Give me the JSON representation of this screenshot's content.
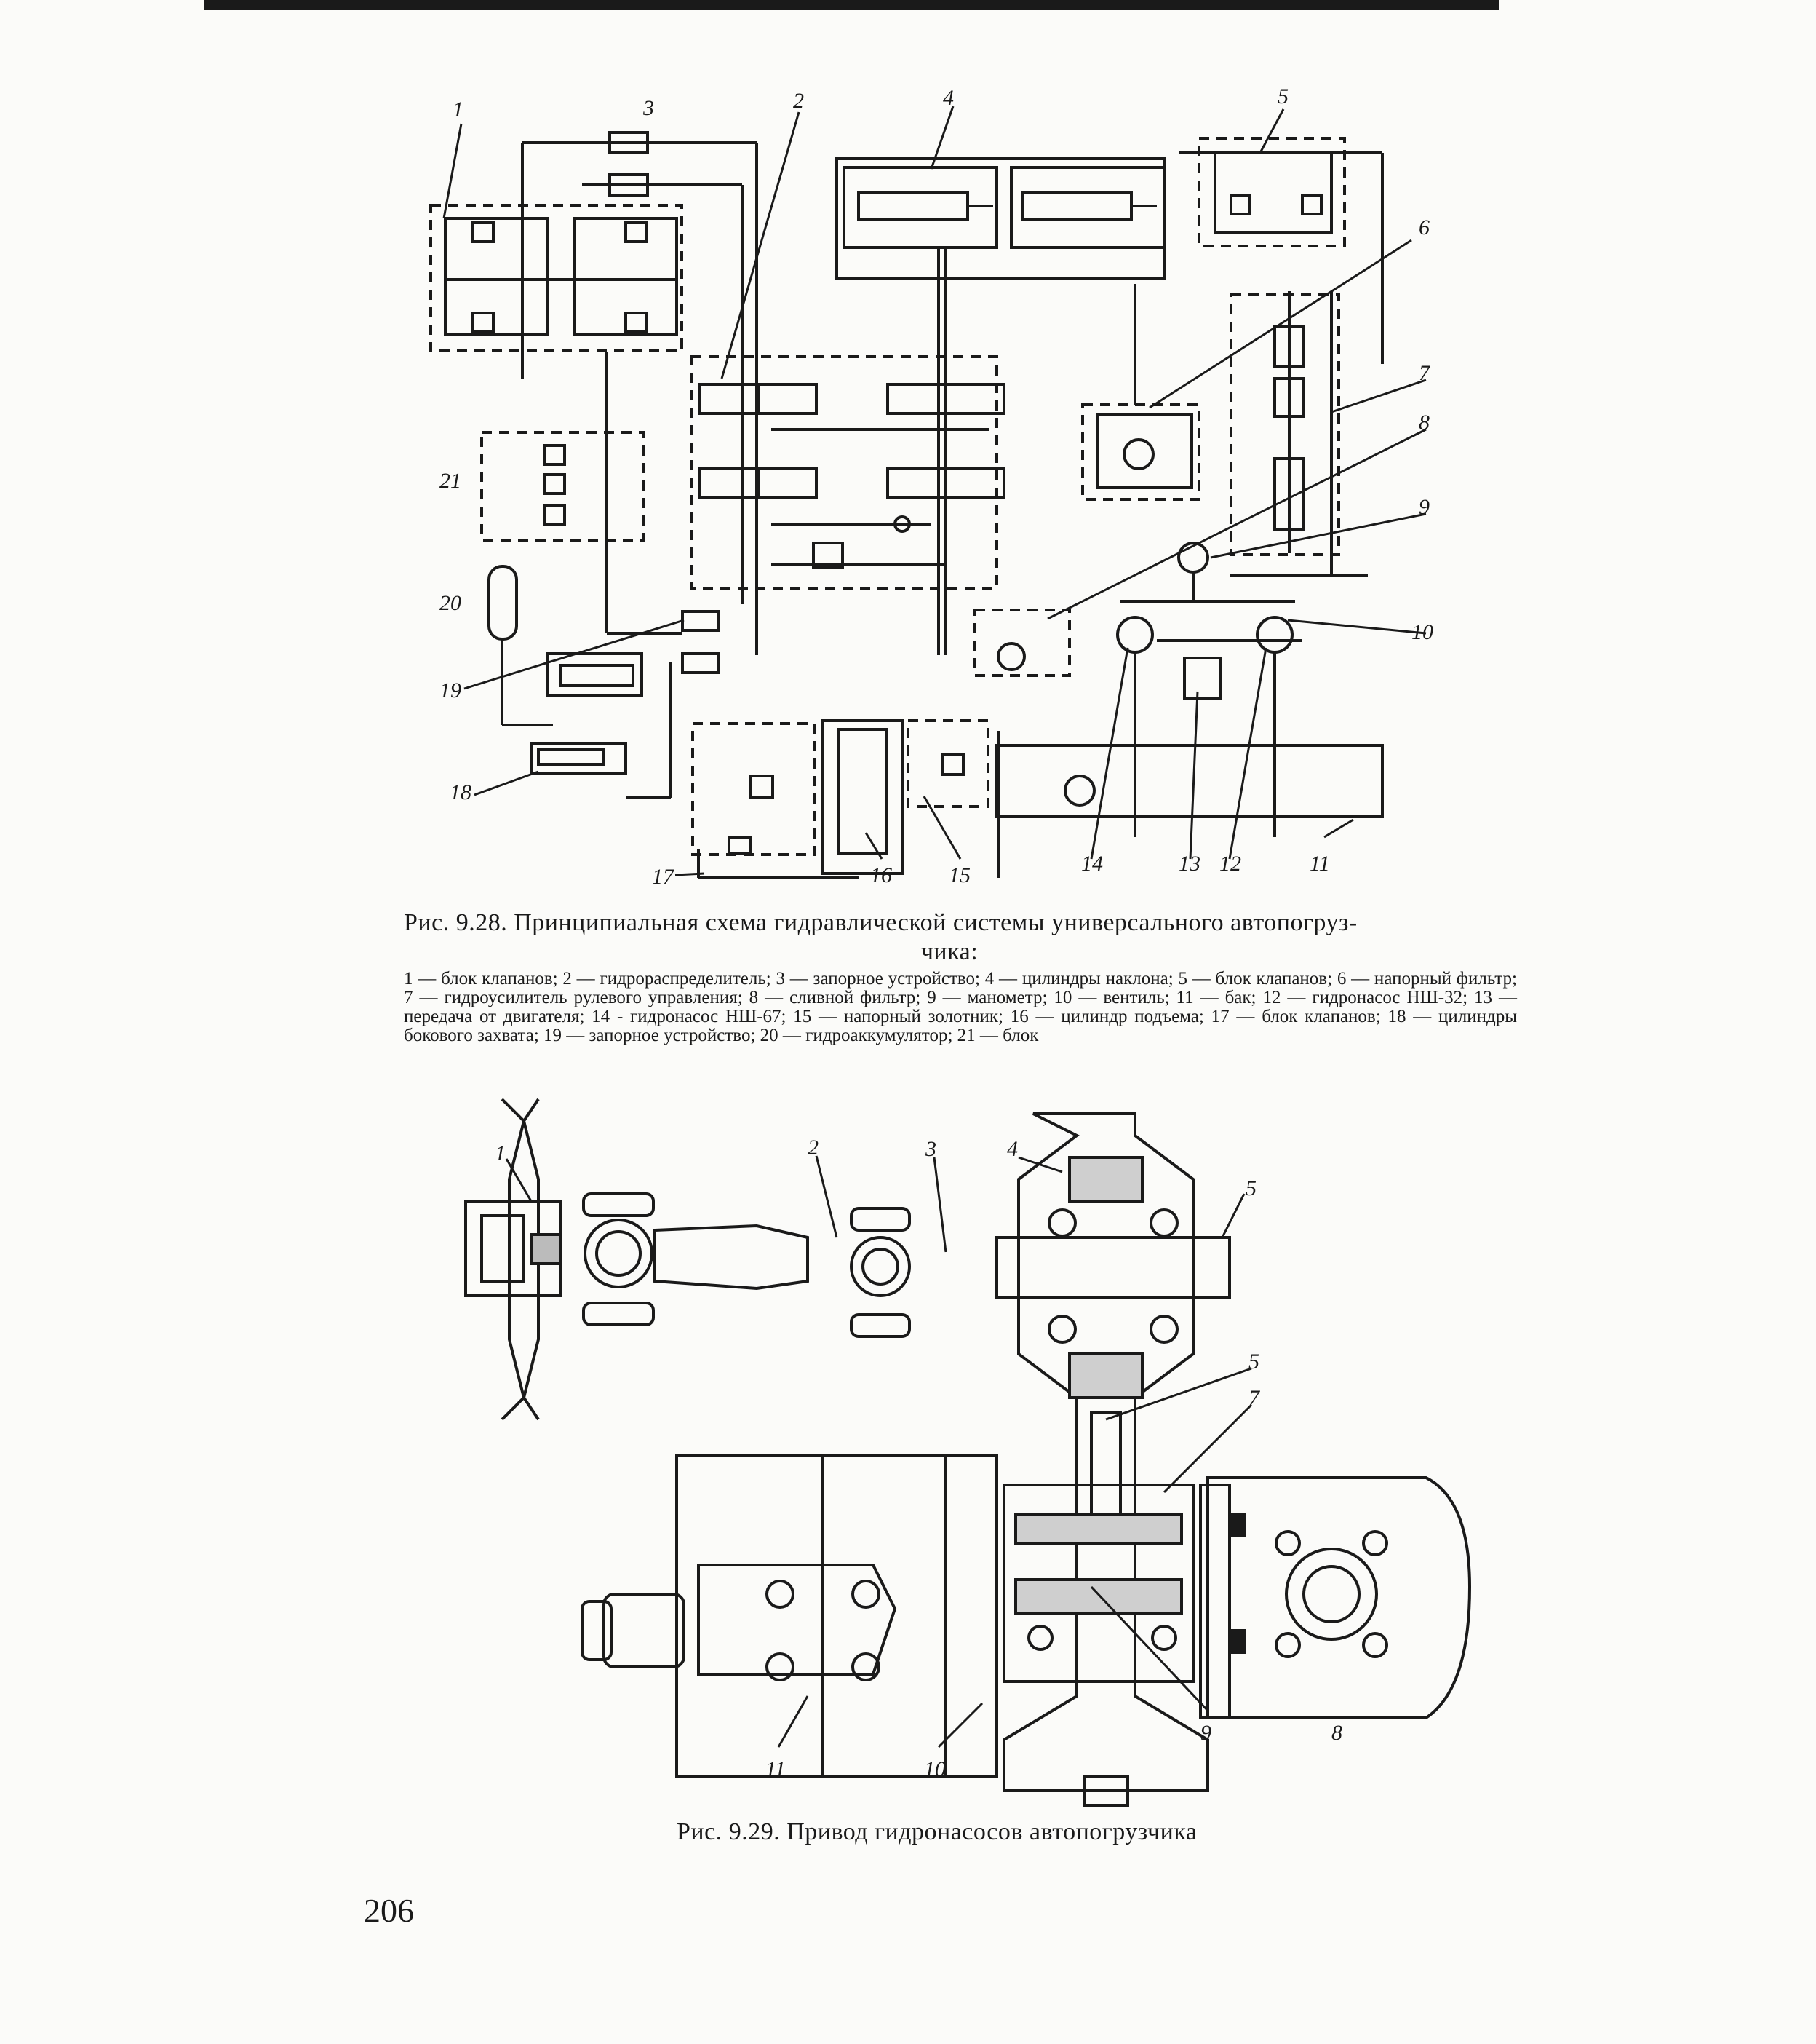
{
  "page_number": "206",
  "figure_1": {
    "caption": "Рис. 9.28. Принципиальная схема гидравлической системы универсального автопогруз-",
    "caption_cont": "чика:",
    "legend": "1 — блок клапанов; 2 — гидрораспределитель; 3 — запорное устройство; 4 — цилиндры наклона; 5 — блок клапанов; 6 — напорный фильтр; 7 — гидроусилитель рулевого управления; 8 — сливной фильтр; 9 — манометр; 10 — вентиль; 11 — бак; 12 — гидронасос НШ-32; 13 — передача от двигателя; 14 - гидронасос НШ-67; 15 — напорный золотник; 16 — цилиндр подъема; 17 — блок клапанов; 18 — цилиндры бокового захвата; 19 — запорное устройство; 20 — гидроаккумулятор; 21 — блок",
    "labels": [
      "1",
      "2",
      "3",
      "4",
      "5",
      "6",
      "7",
      "8",
      "9",
      "10",
      "11",
      "12",
      "13",
      "14",
      "15",
      "16",
      "17",
      "18",
      "19",
      "20",
      "21"
    ]
  },
  "figure_2": {
    "caption": "Рис. 9.29. Привод гидронасосов автопогрузчика",
    "labels": [
      "1",
      "2",
      "3",
      "4",
      "5",
      "5",
      "7",
      "8",
      "9",
      "10",
      "11"
    ]
  }
}
